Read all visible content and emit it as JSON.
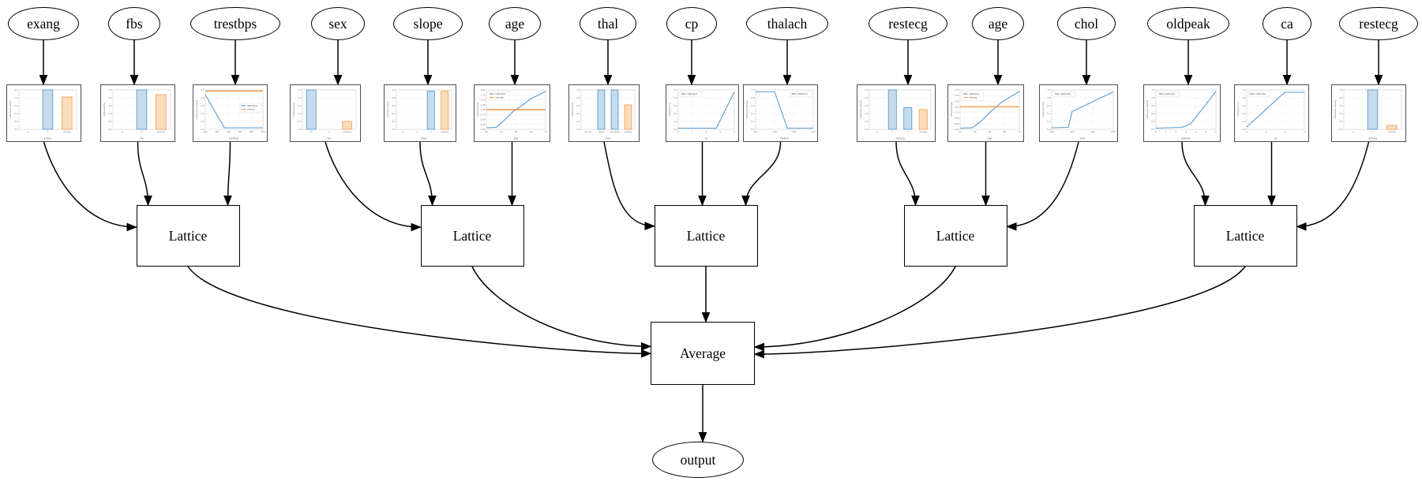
{
  "diagram": {
    "inputs": [
      {
        "id": "in_exang",
        "label": "exang"
      },
      {
        "id": "in_fbs",
        "label": "fbs"
      },
      {
        "id": "in_trestbps",
        "label": "trestbps"
      },
      {
        "id": "in_sex",
        "label": "sex"
      },
      {
        "id": "in_slope",
        "label": "slope"
      },
      {
        "id": "in_age",
        "label": "age"
      },
      {
        "id": "in_thal",
        "label": "thal"
      },
      {
        "id": "in_cp",
        "label": "cp"
      },
      {
        "id": "in_thalach",
        "label": "thalach"
      },
      {
        "id": "in_restecg",
        "label": "restecg"
      },
      {
        "id": "in_age2",
        "label": "age"
      },
      {
        "id": "in_chol",
        "label": "chol"
      },
      {
        "id": "in_oldpeak",
        "label": "oldpeak"
      },
      {
        "id": "in_ca",
        "label": "ca"
      },
      {
        "id": "in_restecg2",
        "label": "restecg"
      }
    ],
    "calibrators": [
      "cal_exang",
      "cal_fbs",
      "cal_trestbps",
      "cal_sex",
      "cal_slope",
      "cal_age",
      "cal_thal",
      "cal_cp",
      "cal_thalach",
      "cal_restecg",
      "cal_age2",
      "cal_chol",
      "cal_oldpeak",
      "cal_ca",
      "cal_restecg2"
    ],
    "lattices": [
      {
        "id": "lattice1",
        "label": "Lattice"
      },
      {
        "id": "lattice2",
        "label": "Lattice"
      },
      {
        "id": "lattice3",
        "label": "Lattice"
      },
      {
        "id": "lattice4",
        "label": "Lattice"
      },
      {
        "id": "lattice5",
        "label": "Lattice"
      }
    ],
    "average": {
      "id": "avg",
      "label": "Average"
    },
    "output": {
      "id": "out",
      "label": "output"
    },
    "edges": [
      {
        "from": "in_exang",
        "to": "cal_exang"
      },
      {
        "from": "in_fbs",
        "to": "cal_fbs"
      },
      {
        "from": "in_trestbps",
        "to": "cal_trestbps"
      },
      {
        "from": "in_sex",
        "to": "cal_sex"
      },
      {
        "from": "in_slope",
        "to": "cal_slope"
      },
      {
        "from": "in_age",
        "to": "cal_age"
      },
      {
        "from": "in_thal",
        "to": "cal_thal"
      },
      {
        "from": "in_cp",
        "to": "cal_cp"
      },
      {
        "from": "in_thalach",
        "to": "cal_thalach"
      },
      {
        "from": "in_restecg",
        "to": "cal_restecg"
      },
      {
        "from": "in_age2",
        "to": "cal_age2"
      },
      {
        "from": "in_chol",
        "to": "cal_chol"
      },
      {
        "from": "in_oldpeak",
        "to": "cal_oldpeak"
      },
      {
        "from": "in_ca",
        "to": "cal_ca"
      },
      {
        "from": "in_restecg2",
        "to": "cal_restecg2"
      },
      {
        "from": "cal_exang",
        "to": "lattice1"
      },
      {
        "from": "cal_fbs",
        "to": "lattice1"
      },
      {
        "from": "cal_trestbps",
        "to": "lattice1"
      },
      {
        "from": "cal_sex",
        "to": "lattice2"
      },
      {
        "from": "cal_slope",
        "to": "lattice2"
      },
      {
        "from": "cal_age",
        "to": "lattice2"
      },
      {
        "from": "cal_thal",
        "to": "lattice3"
      },
      {
        "from": "cal_cp",
        "to": "lattice3"
      },
      {
        "from": "cal_thalach",
        "to": "lattice3"
      },
      {
        "from": "cal_restecg",
        "to": "lattice4"
      },
      {
        "from": "cal_age2",
        "to": "lattice4"
      },
      {
        "from": "cal_chol",
        "to": "lattice4"
      },
      {
        "from": "cal_oldpeak",
        "to": "lattice5"
      },
      {
        "from": "cal_ca",
        "to": "lattice5"
      },
      {
        "from": "cal_restecg2",
        "to": "lattice5"
      },
      {
        "from": "lattice1",
        "to": "avg"
      },
      {
        "from": "lattice2",
        "to": "avg"
      },
      {
        "from": "lattice3",
        "to": "avg"
      },
      {
        "from": "lattice4",
        "to": "avg"
      },
      {
        "from": "lattice5",
        "to": "avg"
      },
      {
        "from": "avg",
        "to": "out"
      }
    ]
  },
  "colors": {
    "blue": "#5b9bd0",
    "blue_fill": "#c5dcee",
    "orange": "#f2a25c",
    "orange_fill": "#fbdcba",
    "grid": "#ececec",
    "plot_border": "#cccccc",
    "tick_text": "#777777",
    "arrow": "#000000"
  },
  "chart_data": [
    {
      "node": "cal_exang",
      "type": "bar",
      "title": "",
      "xlabel": "exang",
      "ylabel": "calibrated exang",
      "categories": [
        "0",
        "1",
        "missing"
      ],
      "values": [
        0,
        1.0,
        0.82
      ],
      "bar_colors": [
        "blue",
        "blue",
        "orange"
      ],
      "ylim": [
        0,
        1
      ],
      "yticks": [
        "0.0",
        "0.2",
        "0.4",
        "0.6",
        "0.8",
        "1.0"
      ],
      "legend": null
    },
    {
      "node": "cal_fbs",
      "type": "bar",
      "title": "",
      "xlabel": "fbs",
      "ylabel": "calibrated fbs",
      "categories": [
        "0",
        "1",
        "missing"
      ],
      "values": [
        0,
        1.0,
        0.88
      ],
      "bar_colors": [
        "blue",
        "blue",
        "orange"
      ],
      "ylim": [
        0,
        1
      ],
      "yticks": [
        "0.0",
        "0.2",
        "0.4",
        "0.6",
        "0.8",
        "1.0"
      ],
      "legend": null
    },
    {
      "node": "cal_trestbps",
      "type": "line",
      "title": "",
      "xlabel": "trestbps",
      "ylabel": "calibrated trestbps",
      "ylim": [
        0,
        1
      ],
      "yticks": [
        "0.0",
        "0.2",
        "0.4",
        "0.6",
        "0.8",
        "1.0"
      ],
      "xticks": [
        "100",
        "120",
        "140",
        "160",
        "180",
        "200"
      ],
      "legend": {
        "entries": [
          "calibrated",
          "missing"
        ],
        "pos": "center-right"
      },
      "series": [
        {
          "name": "calibrated",
          "color": "blue",
          "points": [
            [
              0,
              0.88
            ],
            [
              0.33,
              0.04
            ],
            [
              1,
              0.04
            ]
          ]
        },
        {
          "name": "missing",
          "color": "orange",
          "points": [
            [
              0,
              0.97
            ],
            [
              1,
              0.97
            ]
          ]
        }
      ]
    },
    {
      "node": "cal_sex",
      "type": "bar",
      "title": "",
      "xlabel": "sex",
      "ylabel": "calibrated sex",
      "categories": [
        "0",
        "1",
        "missing"
      ],
      "values": [
        1.0,
        0,
        0.2
      ],
      "bar_colors": [
        "blue",
        "blue",
        "orange"
      ],
      "ylim": [
        0,
        1
      ],
      "yticks": [
        "0.0",
        "0.2",
        "0.4",
        "0.6",
        "0.8",
        "1.0"
      ],
      "legend": null
    },
    {
      "node": "cal_slope",
      "type": "bar",
      "title": "",
      "xlabel": "slope",
      "ylabel": "calibrated slope",
      "categories": [
        "0",
        "1",
        "2",
        "missing"
      ],
      "values": [
        0,
        0,
        0.97,
        0.97
      ],
      "bar_colors": [
        "blue",
        "blue",
        "blue",
        "orange"
      ],
      "ylim": [
        0,
        1
      ],
      "yticks": [
        "0.0",
        "0.2",
        "0.4",
        "0.6",
        "0.8",
        "1.0"
      ],
      "legend": null
    },
    {
      "node": "cal_age",
      "type": "line",
      "title": "",
      "xlabel": "age",
      "ylabel": "calibrated age",
      "ylim": [
        0,
        2
      ],
      "yticks": [
        "0.00",
        "0.25",
        "0.50",
        "0.75",
        "1.00",
        "1.25",
        "1.50",
        "1.75",
        "2.00"
      ],
      "xticks": [
        "30",
        "40",
        "50",
        "60",
        "70"
      ],
      "legend": {
        "entries": [
          "calibrated",
          "missing"
        ],
        "pos": "top-left"
      },
      "series": [
        {
          "name": "calibrated",
          "color": "blue",
          "points": [
            [
              0,
              0.08
            ],
            [
              0.17,
              0.1
            ],
            [
              0.3,
              0.45
            ],
            [
              0.45,
              0.9
            ],
            [
              0.55,
              1.1
            ],
            [
              0.75,
              1.55
            ],
            [
              1,
              1.92
            ]
          ]
        },
        {
          "name": "missing",
          "color": "orange",
          "points": [
            [
              0,
              1.0
            ],
            [
              1,
              1.0
            ]
          ]
        }
      ]
    },
    {
      "node": "cal_thal",
      "type": "bar",
      "title": "",
      "xlabel": "thal",
      "ylabel": "calibrated thal",
      "categories": [
        "normal",
        "fixed",
        "reversible",
        "missing"
      ],
      "values": [
        0,
        1.0,
        1.0,
        0.62
      ],
      "bar_colors": [
        "blue",
        "blue",
        "blue",
        "orange"
      ],
      "ylim": [
        0,
        1
      ],
      "yticks": [
        "0.0",
        "0.2",
        "0.4",
        "0.6",
        "0.8",
        "1.0"
      ],
      "legend": null
    },
    {
      "node": "cal_cp",
      "type": "line",
      "title": "",
      "xlabel": "cp",
      "ylabel": "calibrated cp",
      "ylim": [
        0,
        1
      ],
      "yticks": [
        "0.0",
        "0.2",
        "0.4",
        "0.6",
        "0.8",
        "1.0"
      ],
      "xticks": [
        "0",
        "1",
        "2",
        "3",
        "4"
      ],
      "legend": {
        "entries": [
          "calibrated"
        ],
        "pos": "top-left"
      },
      "series": [
        {
          "name": "calibrated",
          "color": "blue",
          "points": [
            [
              0,
              0.03
            ],
            [
              0.68,
              0.03
            ],
            [
              1,
              0.95
            ]
          ]
        }
      ]
    },
    {
      "node": "cal_thalach",
      "type": "line",
      "title": "",
      "xlabel": "thalach",
      "ylabel": "calibrated thalach",
      "ylim": [
        0,
        1
      ],
      "yticks": [
        "0.0",
        "0.2",
        "0.4",
        "0.6",
        "0.8",
        "1.0"
      ],
      "xticks": [
        "80",
        "120",
        "160",
        "200"
      ],
      "legend": {
        "entries": [
          "calibrated"
        ],
        "pos": "top-right"
      },
      "series": [
        {
          "name": "calibrated",
          "color": "blue",
          "points": [
            [
              0,
              0.95
            ],
            [
              0.33,
              0.95
            ],
            [
              0.55,
              0.03
            ],
            [
              1,
              0.03
            ]
          ]
        }
      ]
    },
    {
      "node": "cal_restecg",
      "type": "bar",
      "title": "",
      "xlabel": "restecg",
      "ylabel": "calibrated restecg",
      "categories": [
        "0",
        "1",
        "2",
        "missing"
      ],
      "values": [
        0,
        1.0,
        0.55,
        0.5
      ],
      "bar_colors": [
        "blue",
        "blue",
        "blue",
        "orange"
      ],
      "ylim": [
        0,
        1
      ],
      "yticks": [
        "0.0",
        "0.2",
        "0.4",
        "0.6",
        "0.8",
        "1.0"
      ],
      "legend": null
    },
    {
      "node": "cal_age2",
      "type": "line",
      "title": "",
      "xlabel": "age",
      "ylabel": "calibrated age",
      "ylim": [
        0,
        1.75
      ],
      "yticks": [
        "0.00",
        "0.25",
        "0.50",
        "0.75",
        "1.00",
        "1.25",
        "1.50",
        "1.75"
      ],
      "xticks": [
        "30",
        "40",
        "50",
        "60",
        "70"
      ],
      "legend": {
        "entries": [
          "calibrated",
          "missing"
        ],
        "pos": "top-left"
      },
      "series": [
        {
          "name": "calibrated",
          "color": "blue",
          "points": [
            [
              0,
              0.05
            ],
            [
              0.2,
              0.07
            ],
            [
              0.35,
              0.35
            ],
            [
              0.5,
              0.75
            ],
            [
              0.7,
              1.2
            ],
            [
              1,
              1.68
            ]
          ]
        },
        {
          "name": "missing",
          "color": "orange",
          "points": [
            [
              0,
              1.0
            ],
            [
              1,
              1.0
            ]
          ]
        }
      ]
    },
    {
      "node": "cal_chol",
      "type": "line",
      "title": "",
      "xlabel": "chol",
      "ylabel": "calibrated chol",
      "ylim": [
        0,
        1
      ],
      "yticks": [
        "0.0",
        "0.2",
        "0.4",
        "0.6",
        "0.8",
        "1.0"
      ],
      "xticks": [
        "200",
        "300",
        "400",
        "500"
      ],
      "legend": {
        "entries": [
          "calibrated"
        ],
        "pos": "top-left"
      },
      "series": [
        {
          "name": "calibrated",
          "color": "blue",
          "points": [
            [
              0,
              0.04
            ],
            [
              0.27,
              0.05
            ],
            [
              0.33,
              0.45
            ],
            [
              1,
              0.95
            ]
          ]
        }
      ]
    },
    {
      "node": "cal_oldpeak",
      "type": "line",
      "title": "",
      "xlabel": "oldpeak",
      "ylabel": "calibrated oldpeak",
      "ylim": [
        0,
        1
      ],
      "yticks": [
        "0.0",
        "0.2",
        "0.4",
        "0.6",
        "0.8",
        "1.0"
      ],
      "xticks": [
        "0",
        "1",
        "2",
        "3",
        "4",
        "5",
        "6"
      ],
      "legend": {
        "entries": [
          "calibrated"
        ],
        "pos": "top-left"
      },
      "series": [
        {
          "name": "calibrated",
          "color": "blue",
          "points": [
            [
              0,
              0.03
            ],
            [
              0.44,
              0.05
            ],
            [
              0.58,
              0.14
            ],
            [
              1,
              0.96
            ]
          ]
        }
      ]
    },
    {
      "node": "cal_ca",
      "type": "line",
      "title": "",
      "xlabel": "ca",
      "ylabel": "calibrated ca",
      "ylim": [
        0,
        1
      ],
      "yticks": [
        "0.0",
        "0.2",
        "0.4",
        "0.6",
        "0.8",
        "1.0"
      ],
      "xticks": [
        "0",
        "1",
        "2",
        "3"
      ],
      "legend": {
        "entries": [
          "calibrated"
        ],
        "pos": "top-left"
      },
      "series": [
        {
          "name": "calibrated",
          "color": "blue",
          "points": [
            [
              0,
              0.06
            ],
            [
              0.66,
              0.94
            ],
            [
              1,
              0.94
            ]
          ]
        }
      ]
    },
    {
      "node": "cal_restecg2",
      "type": "bar",
      "title": "",
      "xlabel": "restecg",
      "ylabel": "calibrated restecg",
      "categories": [
        "0",
        "1",
        "missing"
      ],
      "values": [
        0,
        1.0,
        0.1
      ],
      "bar_colors": [
        "blue",
        "blue",
        "orange"
      ],
      "ylim": [
        0,
        1
      ],
      "yticks": [
        "0.0",
        "0.2",
        "0.4",
        "0.6",
        "0.8",
        "1.0"
      ],
      "legend": null
    }
  ]
}
